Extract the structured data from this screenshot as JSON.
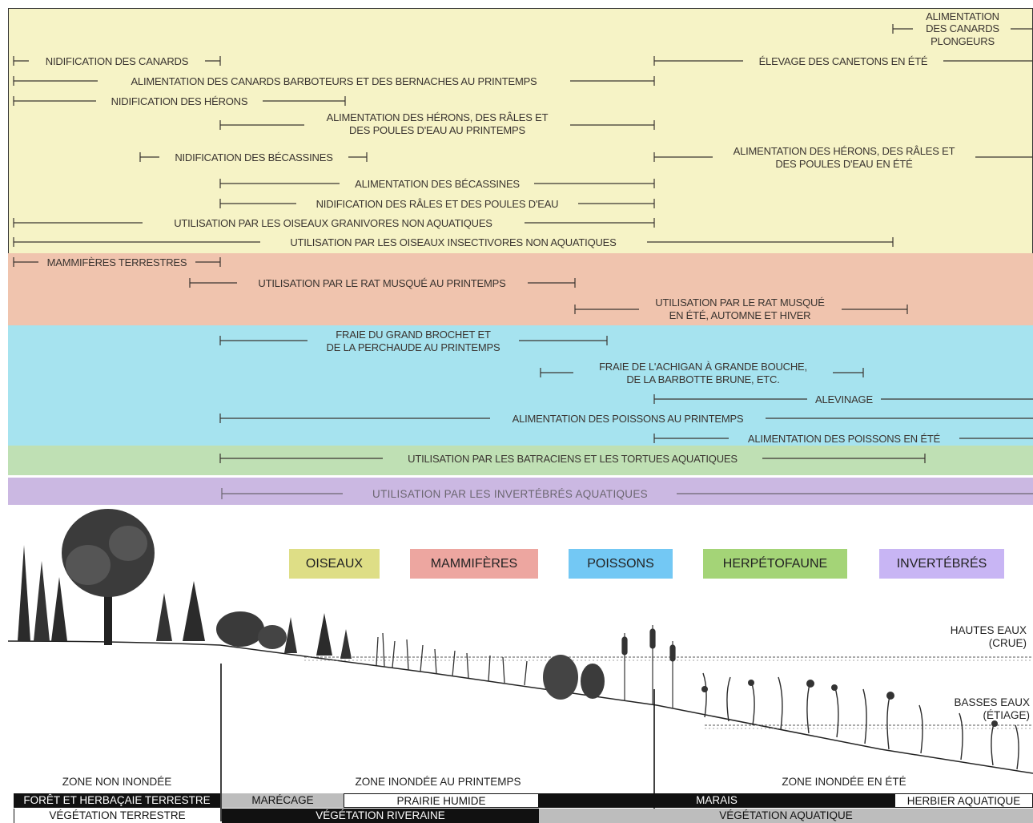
{
  "colors": {
    "oiseaux": "#f6f3c6",
    "mammiferes": "#f0c4ae",
    "poissons": "#a6e3ef",
    "herpetofaune": "#bfe0b4",
    "invertebres": "#cbb8e2",
    "legend_oiseaux": "#dede86",
    "legend_mammiferes": "#eda6a0",
    "legend_poissons": "#73c8f4",
    "legend_herpetofaune": "#a4d477",
    "legend_invertebres": "#c8b5f4"
  },
  "birds": {
    "canards_plongeurs_1": "ALIMENTATION",
    "canards_plongeurs_2": "DES CANARDS",
    "canards_plongeurs_3": "PLONGEURS",
    "nidif_canards": "NIDIFICATION DES CANARDS",
    "elevage": "ÉLEVAGE DES CANETONS EN ÉTÉ",
    "alim_barboteurs": "ALIMENTATION DES CANARDS BARBOTEURS ET DES BERNACHES AU PRINTEMPS",
    "nidif_herons": "NIDIFICATION DES HÉRONS",
    "alim_herons_print_1": "ALIMENTATION DES HÉRONS, DES RÂLES ET",
    "alim_herons_print_2": "DES POULES D'EAU AU PRINTEMPS",
    "nidif_becassines": "NIDIFICATION DES BÉCASSINES",
    "alim_herons_ete_1": "ALIMENTATION DES HÉRONS, DES RÂLES ET",
    "alim_herons_ete_2": "DES POULES D'EAU EN ÉTÉ",
    "alim_becassines": "ALIMENTATION DES BÉCASSINES",
    "nidif_rales": "NIDIFICATION DES RÂLES ET DES POULES D'EAU",
    "granivores": "UTILISATION PAR LES OISEAUX GRANIVORES NON AQUATIQUES",
    "insectivores": "UTILISATION PAR LES OISEAUX INSECTIVORES NON AQUATIQUES"
  },
  "mammals": {
    "terrestres": "MAMMIFÈRES TERRESTRES",
    "rat_printemps": "UTILISATION PAR LE RAT MUSQUÉ AU PRINTEMPS",
    "rat_ete_1": "UTILISATION PAR LE RAT MUSQUÉ",
    "rat_ete_2": "EN ÉTÉ, AUTOMNE ET HIVER"
  },
  "fish": {
    "brochet_1": "FRAIE DU GRAND BROCHET ET",
    "brochet_2": "DE LA PERCHAUDE AU PRINTEMPS",
    "achigan_1": "FRAIE DE L'ACHIGAN À GRANDE BOUCHE,",
    "achigan_2": "DE LA BARBOTTE BRUNE, ETC.",
    "alevinage": "ALEVINAGE",
    "alim_printemps": "ALIMENTATION DES POISSONS AU PRINTEMPS",
    "alim_ete": "ALIMENTATION DES POISSONS EN ÉTÉ"
  },
  "herp": {
    "batraciens": "UTILISATION PAR LES BATRACIENS ET LES TORTUES AQUATIQUES"
  },
  "invertebrates": {
    "label": "UTILISATION PAR LES INVERTÉBRÉS AQUATIQUES"
  },
  "legend": [
    "OISEAUX",
    "MAMMIFÈRES",
    "POISSONS",
    "HERPÉTOFAUNE",
    "INVERTÉBRÉS"
  ],
  "water": {
    "hautes_1": "HAUTES EAUX",
    "hautes_2": "(CRUE)",
    "basses_1": "BASSES EAUX",
    "basses_2": "(ÉTIAGE)"
  },
  "zones": {
    "non_inondee": "ZONE NON INONDÉE",
    "printemps": "ZONE INONDÉE AU PRINTEMPS",
    "ete": "ZONE INONDÉE EN ÉTÉ"
  },
  "habitats": {
    "foret": "FORÊT ET HERBAÇAIE TERRESTRE",
    "marecage": "MARÉCAGE",
    "prairie": "PRAIRIE HUMIDE",
    "marais": "MARAIS",
    "herbier": "HERBIER AQUATIQUE"
  },
  "vegetation": {
    "terrestre": "VÉGÉTATION TERRESTRE",
    "riveraine": "VÉGÉTATION RIVERAINE",
    "aquatique": "VÉGÉTATION AQUATIQUE"
  }
}
